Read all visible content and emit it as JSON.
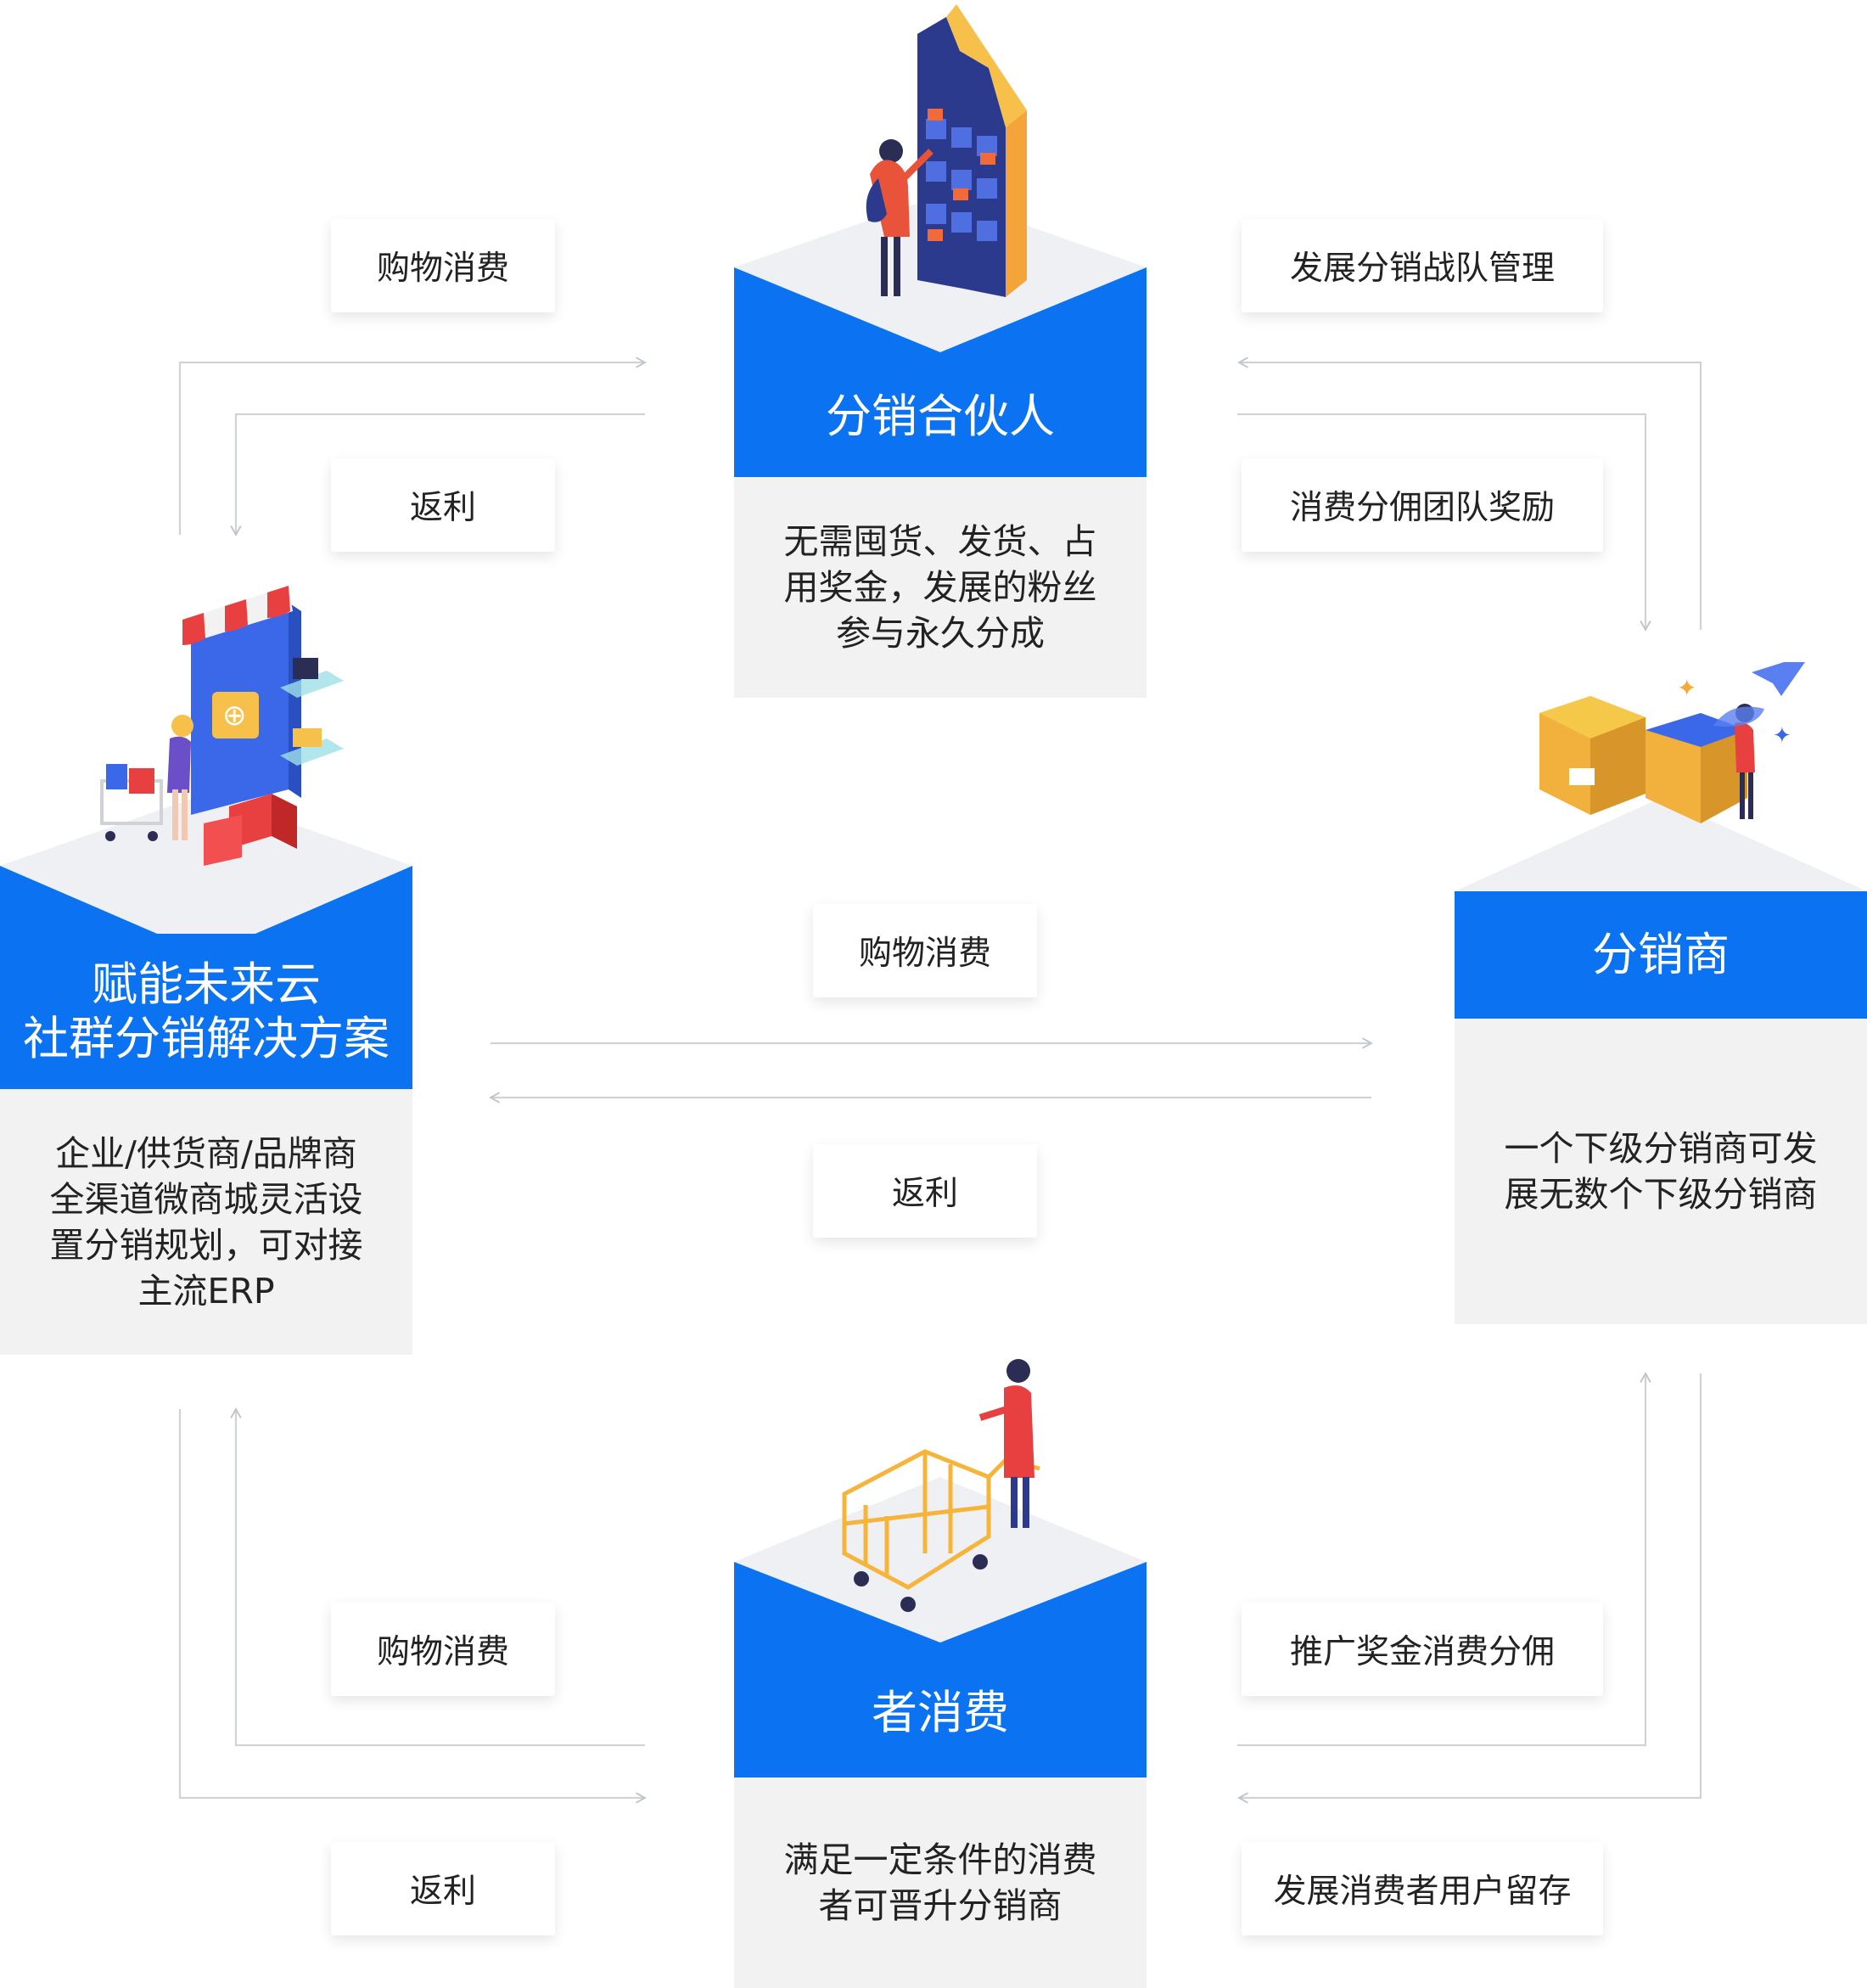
{
  "nodes": {
    "partner": {
      "title": [
        "分销合伙人"
      ],
      "desc": [
        "无需囤货、发货、占",
        "用奖金，发展的粉丝",
        "参与永久分成"
      ]
    },
    "platform": {
      "title": [
        "赋能未来云",
        "社群分销解决方案"
      ],
      "desc": [
        "企业/供货商/品牌商",
        "全渠道微商城灵活设",
        "置分销规划，可对接",
        "主流ERP"
      ]
    },
    "distributor": {
      "title": [
        "分销商"
      ],
      "desc": [
        "一个下级分销商可发",
        "展无数个下级分销商"
      ]
    },
    "consumer": {
      "title": [
        "者消费"
      ],
      "desc": [
        "满足一定条件的消费",
        "者可晋升分销商"
      ]
    }
  },
  "labels": {
    "tl_top": "购物消费",
    "tl_bottom": "返利",
    "tr_top": "发展分销战队管理",
    "tr_bottom": "消费分佣团队奖励",
    "mid_top": "购物消费",
    "mid_bottom": "返利",
    "bl_top": "购物消费",
    "bl_bottom": "返利",
    "br_top": "推广奖金消费分佣",
    "br_bottom": "发展消费者用户留存"
  },
  "colors": {
    "blue": "#0b73f2",
    "panel": "#f2f2f3",
    "line": "#cfd3d8"
  }
}
